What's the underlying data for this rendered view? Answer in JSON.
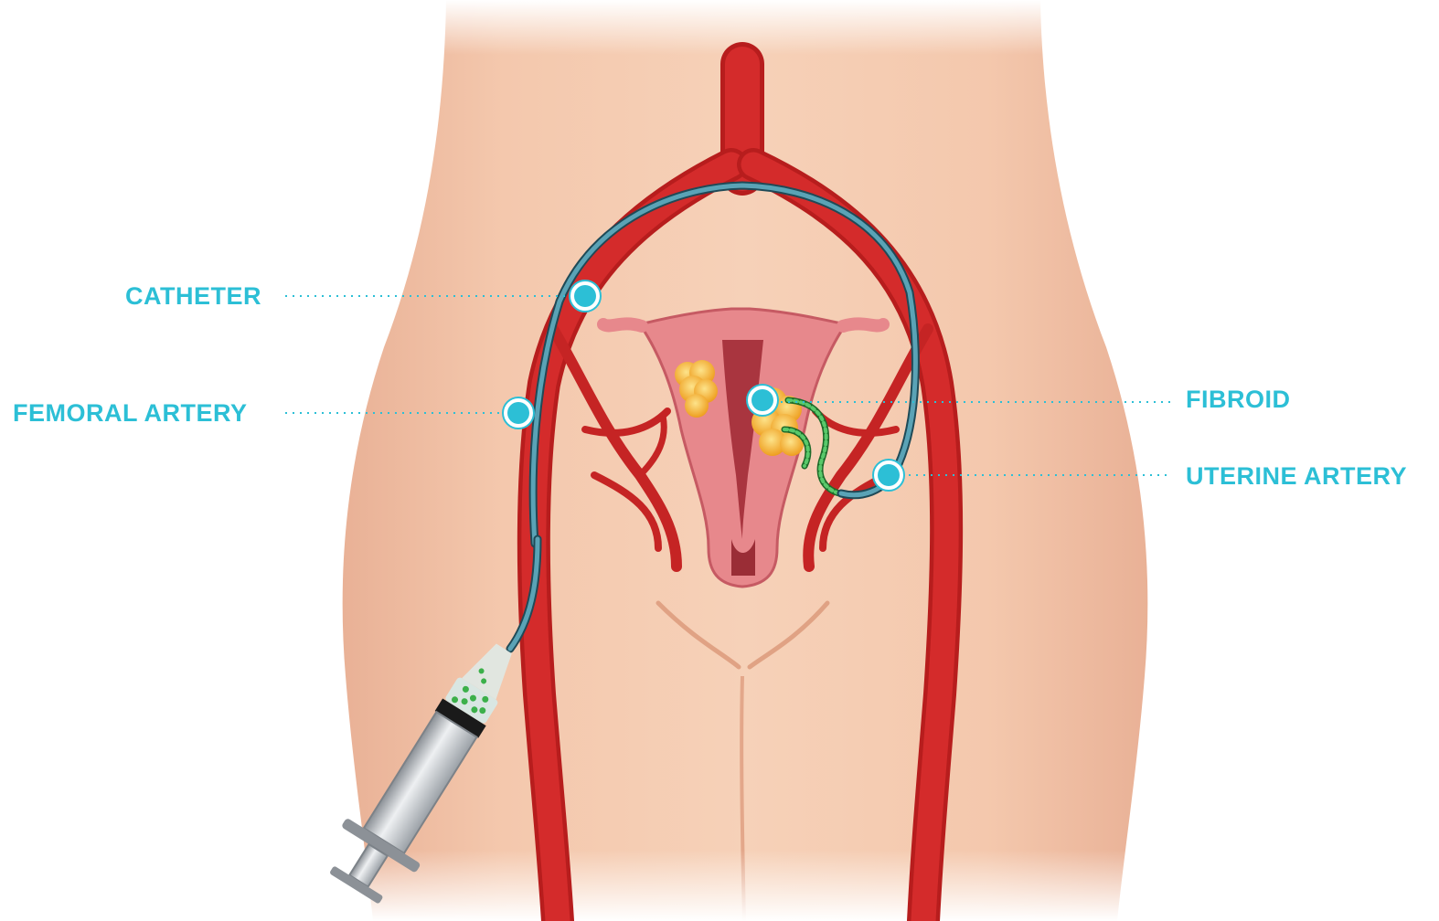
{
  "labels": {
    "catheter": "CATHETER",
    "femoral_artery": "FEMORAL ARTERY",
    "fibroid": "FIBROID",
    "uterine_artery": "UTERINE ARTERY"
  },
  "colors": {
    "label": "#2cbfd6",
    "skin": "#f2c3a5",
    "artery": "#d42b2b",
    "catheter": "#3f7f92",
    "uterus": "#e88a8e",
    "fibroid": "#f3b234",
    "embolic": "#3cb04a"
  }
}
